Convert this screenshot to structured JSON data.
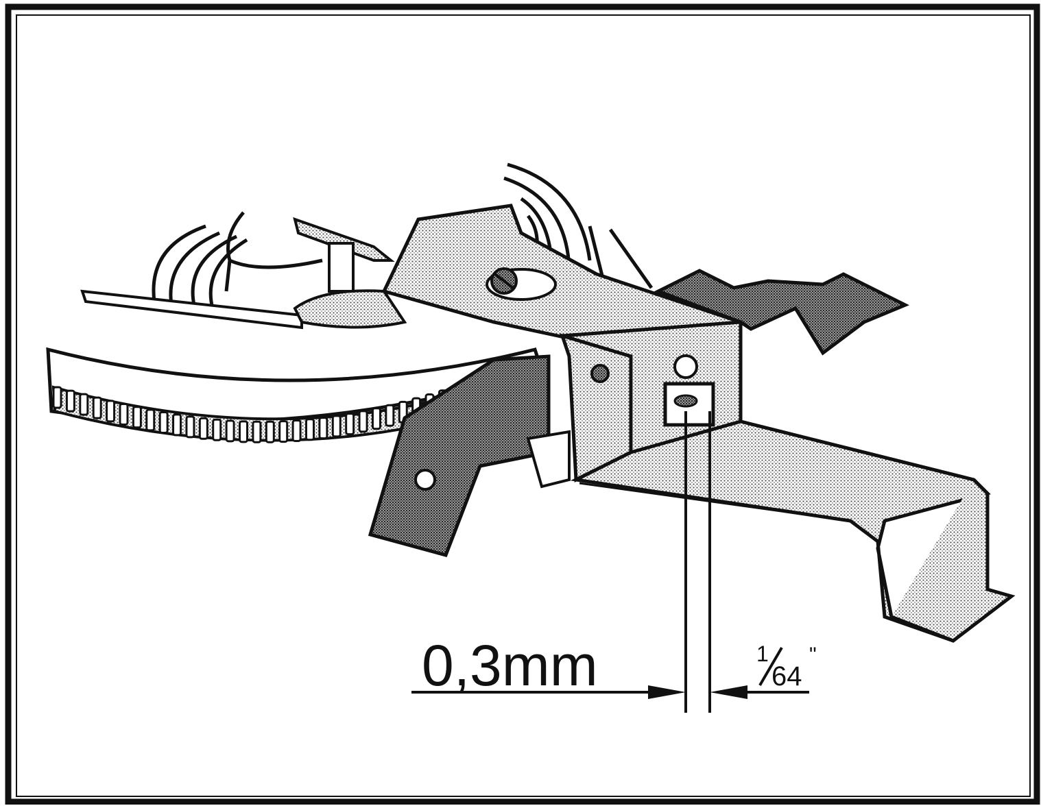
{
  "diagram": {
    "dimension_metric": "0,3mm",
    "dimension_imperial": {
      "numerator": "1",
      "denominator": "64",
      "unit_mark": "\""
    }
  },
  "colors": {
    "ink": "#111111",
    "paper": "#ffffff",
    "stipple": "#555555"
  }
}
